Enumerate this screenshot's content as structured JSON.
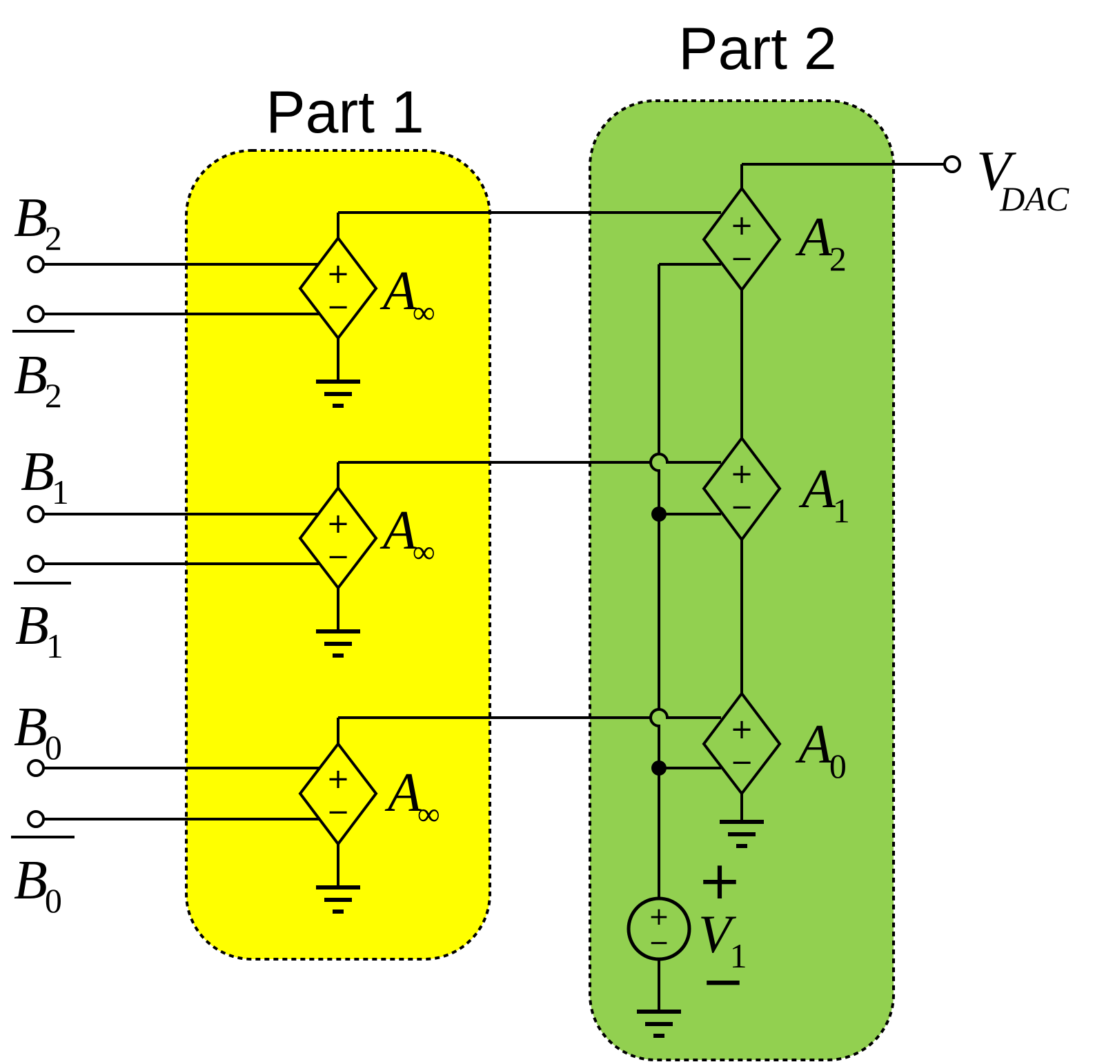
{
  "part1": {
    "title": "Part 1",
    "fill": "#ffff00"
  },
  "part2": {
    "title": "Part 2",
    "fill": "#92d050"
  },
  "inputs": [
    {
      "base": "B",
      "sub": "2",
      "bar": false
    },
    {
      "base": "B",
      "sub": "2",
      "bar": true
    },
    {
      "base": "B",
      "sub": "1",
      "bar": false
    },
    {
      "base": "B",
      "sub": "1",
      "bar": true
    },
    {
      "base": "B",
      "sub": "0",
      "bar": false
    },
    {
      "base": "B",
      "sub": "0",
      "bar": true
    }
  ],
  "comparators": [
    {
      "base": "A",
      "sub": "∞",
      "plus": "+",
      "minus": "−"
    },
    {
      "base": "A",
      "sub": "∞",
      "plus": "+",
      "minus": "−"
    },
    {
      "base": "A",
      "sub": "∞",
      "plus": "+",
      "minus": "−"
    }
  ],
  "stages": [
    {
      "base": "A",
      "sub": "2",
      "plus": "+",
      "minus": "−"
    },
    {
      "base": "A",
      "sub": "1",
      "plus": "+",
      "minus": "−"
    },
    {
      "base": "A",
      "sub": "0",
      "plus": "+",
      "minus": "−"
    }
  ],
  "source": {
    "base": "V",
    "sub": "1",
    "plus": "+",
    "minus": "−",
    "inner_plus": "+",
    "inner_minus": "−"
  },
  "output": {
    "base": "V",
    "sub": "DAC"
  }
}
